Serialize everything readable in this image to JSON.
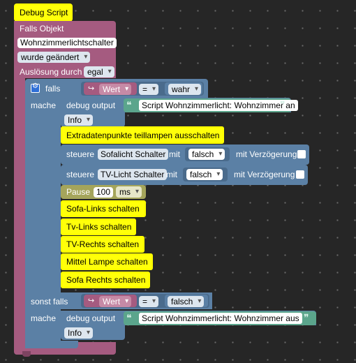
{
  "debug_script_label": "Debug Script",
  "trigger": {
    "falls_objekt": "Falls Objekt",
    "object_name": "Wohnzimmerlichtschalter",
    "changed_option": "wurde geändert",
    "ausloesung_label": "Auslösung durch",
    "ausloesung_value": "egal"
  },
  "if_block": {
    "falls_label": "falls",
    "mache_label": "mache",
    "sonst_falls_label": "sonst falls",
    "var_name": "Wert",
    "op": "=",
    "cond1_value": "wahr",
    "cond2_value": "falsch"
  },
  "debug1": {
    "label": "debug output",
    "text": "Script Wohnzimmerlicht: Wohnzimmer an",
    "level": "Info"
  },
  "debug2": {
    "label": "debug output",
    "text": "Script Wohnzimmerlicht:  Wohnzimmer aus",
    "level": "Info"
  },
  "comment_extra": "Extradatenpunkte teillampen ausschalten",
  "steuere1": {
    "label": "steuere",
    "device": "Sofalicht Schalter",
    "mit": "mit",
    "value": "falsch",
    "delay_label": "mit Verzögerung"
  },
  "steuere2": {
    "label": "steuere",
    "device": "TV-Licht Schalter",
    "mit": "mit",
    "value": "falsch",
    "delay_label": "mit Verzögerung"
  },
  "pause": {
    "label": "Pause",
    "value": "100",
    "unit": "ms"
  },
  "comments": [
    "Sofa-Links schalten",
    "Tv-Links schalten",
    "TV-Rechts schalten",
    "Mittel Lampe schalten",
    "Sofa Rechts schalten"
  ],
  "colors": {
    "trigger_block": "#a55b80",
    "logic_block": "#5b80a5",
    "text_block": "#5ba58c",
    "timer_block": "#a5a55b",
    "comment_highlight": "#ffff00",
    "workspace": "#262626"
  }
}
